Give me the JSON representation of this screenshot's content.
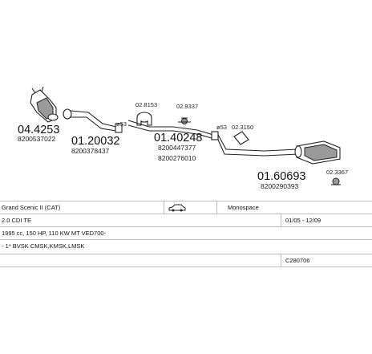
{
  "parts": [
    {
      "number": "04.4253",
      "oem": "8200537022"
    },
    {
      "number": "01.20032",
      "oem": "8200378437"
    },
    {
      "number": "01.40248",
      "oem": "8200447377",
      "oem2": "8200276010"
    },
    {
      "number": "01.60693",
      "oem": "8200290393"
    }
  ],
  "accessories": {
    "clamp1": "02.8153",
    "rubber1": "02.9337",
    "diam_left": "ø53",
    "diam_mid": "ø53",
    "clamp2": "02.3150",
    "rubber2": "02.3367"
  },
  "vehicle": {
    "model": "Grand Scenic II (CAT)",
    "body_type": "Monospace",
    "engine": "2.0 CDI TE",
    "years": "01/05 - 12/09",
    "specs": "1995 cc, 150 HP, 110 KW MT VED700-",
    "codes": "- 1* BVSK CMSK,KMSK,LMSK",
    "code": "C280706"
  }
}
